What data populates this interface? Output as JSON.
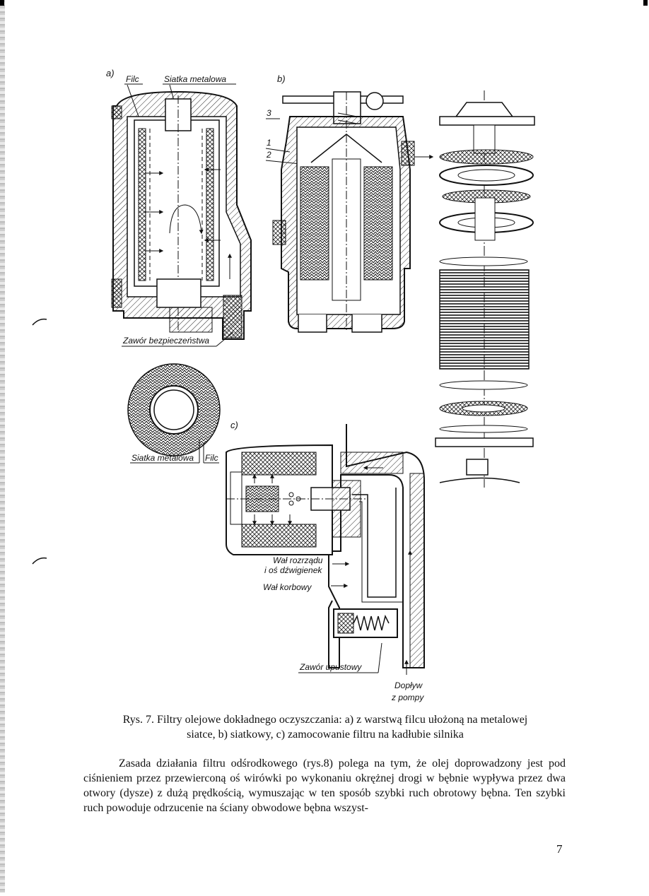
{
  "figure": {
    "panel_a_label": "a)",
    "panel_b_label": "b)",
    "panel_c_label": "c)",
    "label_filc": "Filc",
    "label_siatka": "Siatka metalowa",
    "label_zawor_bezp": "Zawór bezpieczeństwa",
    "label_siatka_2": "Siatka metalowa",
    "label_filc_2": "Filc",
    "part_1": "1",
    "part_2": "2",
    "part_3": "3",
    "label_wal_rozrzadu_1": "Wał rozrządu",
    "label_wal_rozrzadu_2": "i oś dźwigienek",
    "label_wal_korbowy": "Wał korbowy",
    "label_zawor_upustowy": "Zawór upustowy",
    "label_doplyw_1": "Dopływ",
    "label_doplyw_2": "z pompy"
  },
  "caption": {
    "line1": "Rys. 7. Filtry olejowe dokładnego oczyszczania: a) z warstwą filcu ułożoną na metalowej",
    "line2": "siatce, b) siatkowy, c) zamocowanie filtru na kadłubie silnika"
  },
  "body_text": "Zasada działania filtru odśrodkowego (rys.8) polega na tym, że olej doprowadzony jest pod ciśnieniem przez przewierconą oś wirówki po wykonaniu okrężnej drogi w bębnie wypływa przez dwa otwory (dysze) z dużą prędkością, wymuszając w ten sposób szybki ruch obrotowy bębna. Ten szybki ruch powoduje odrzucenie na ściany obwodowe bębna wszyst-",
  "page_number": "7"
}
